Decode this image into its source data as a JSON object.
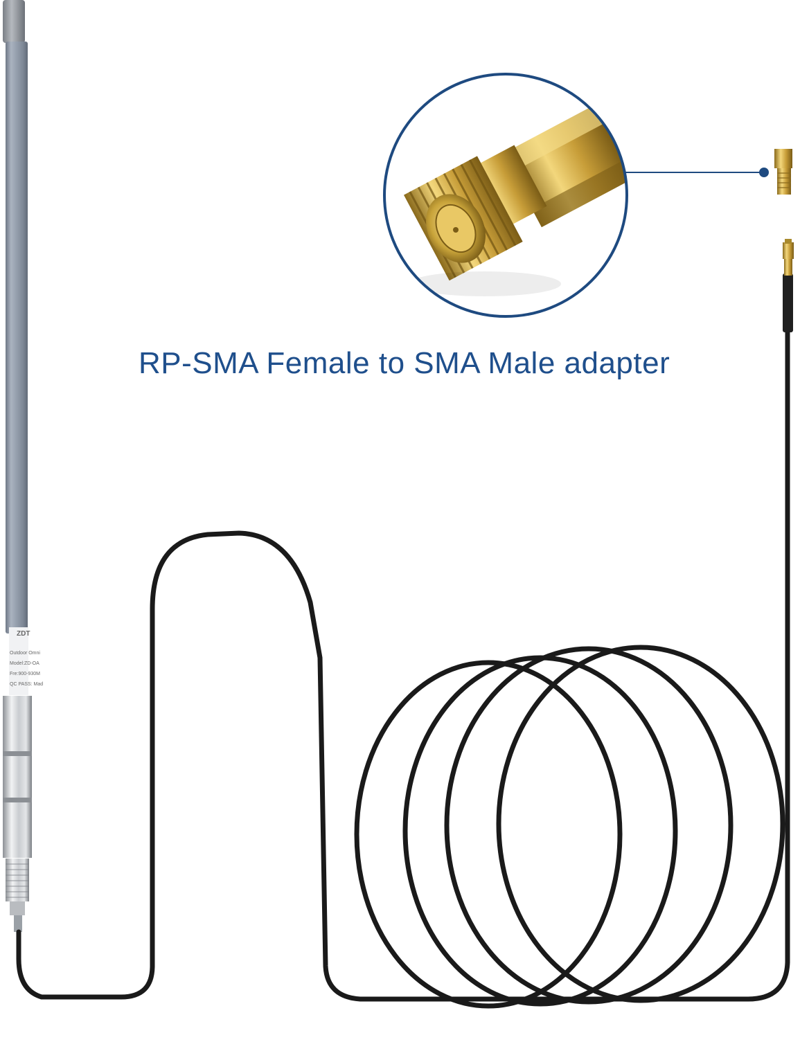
{
  "caption": "RP-SMA Female to SMA Male adapter",
  "antenna_label": {
    "brand": "ZDT",
    "line1": "Outdoor Omni",
    "line2": "Model:ZD-OA",
    "line3": "Fre:900-930M",
    "line4": "QC PASS: Mad"
  },
  "colors": {
    "caption": "#1f4f8c",
    "callout_circle": "#1e4a80",
    "cable": "#1a1a1a",
    "antenna_body": "#8e98a6",
    "gold": "#c9a43a"
  }
}
